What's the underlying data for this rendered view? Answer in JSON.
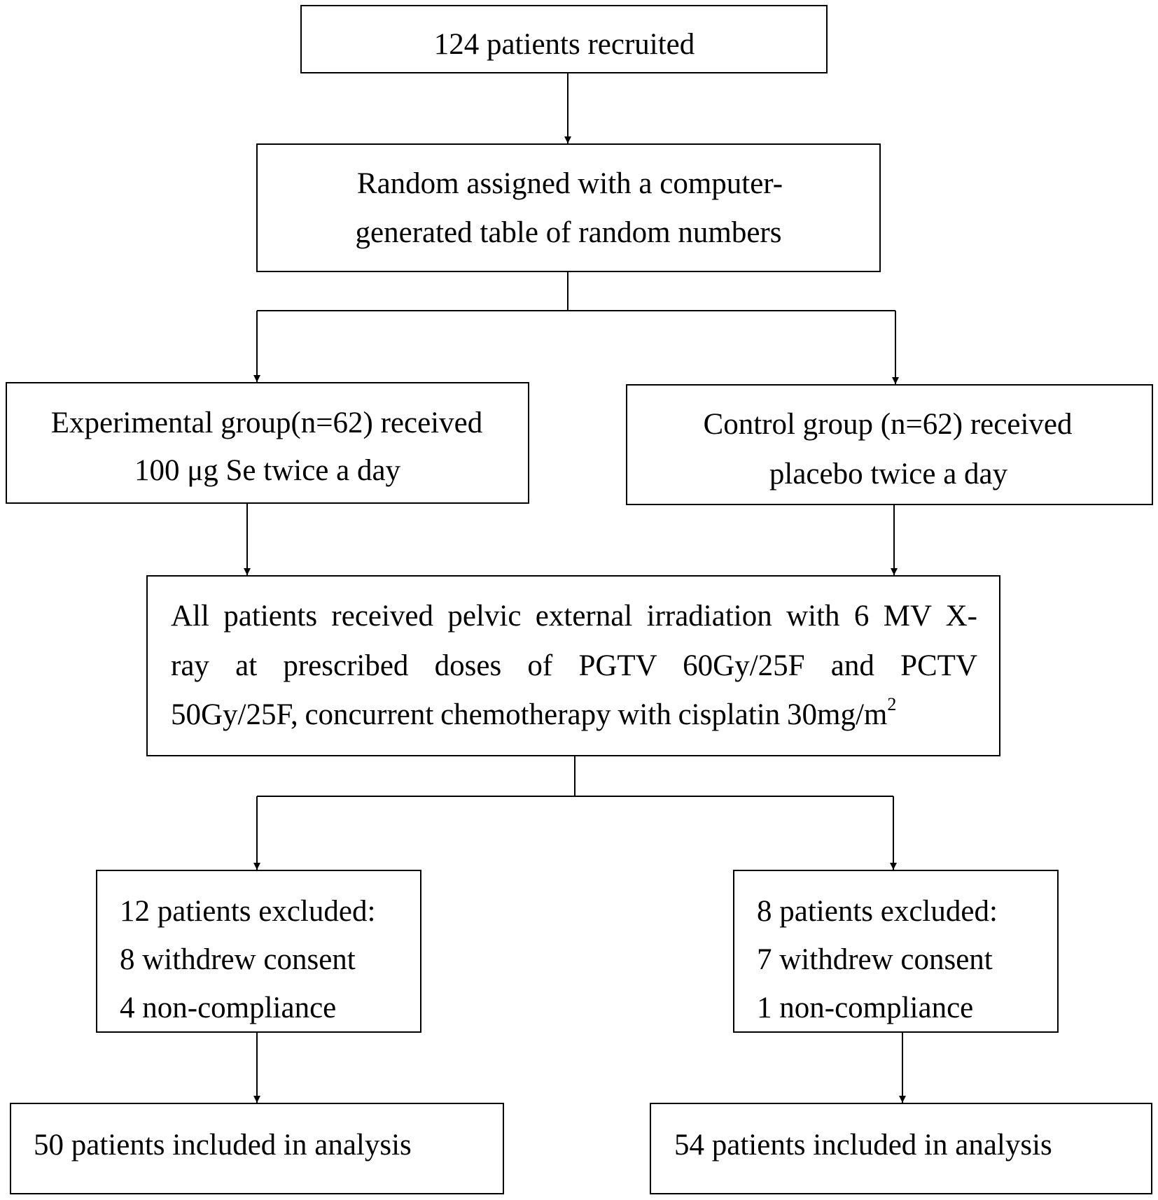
{
  "recruited": {
    "text": "124 patients recruited"
  },
  "randomization": {
    "line1": "Random assigned with a computer-",
    "line2": "generated table of random numbers"
  },
  "experimental_group": {
    "line1": "Experimental group(n=62) received",
    "line2": "100 μg Se twice a day"
  },
  "control_group": {
    "line1": "Control group (n=62) received",
    "line2": "placebo twice a day"
  },
  "treatment": {
    "line1": "All patients received pelvic external irradiation with 6 MV X-",
    "line2": "ray at prescribed doses of PGTV 60Gy/25F and PCTV",
    "line3": "50Gy/25F, concurrent chemotherapy with cisplatin 30mg/m",
    "line3_sup": "2"
  },
  "experimental_excluded": {
    "line1": "12 patients excluded:",
    "line2": "8 withdrew consent",
    "line3": "4 non-compliance"
  },
  "control_excluded": {
    "line1": "8 patients excluded:",
    "line2": "7 withdrew consent",
    "line3": "1 non-compliance"
  },
  "experimental_analysis": {
    "text": "50 patients included in analysis"
  },
  "control_analysis": {
    "text": "54 patients included in analysis"
  }
}
